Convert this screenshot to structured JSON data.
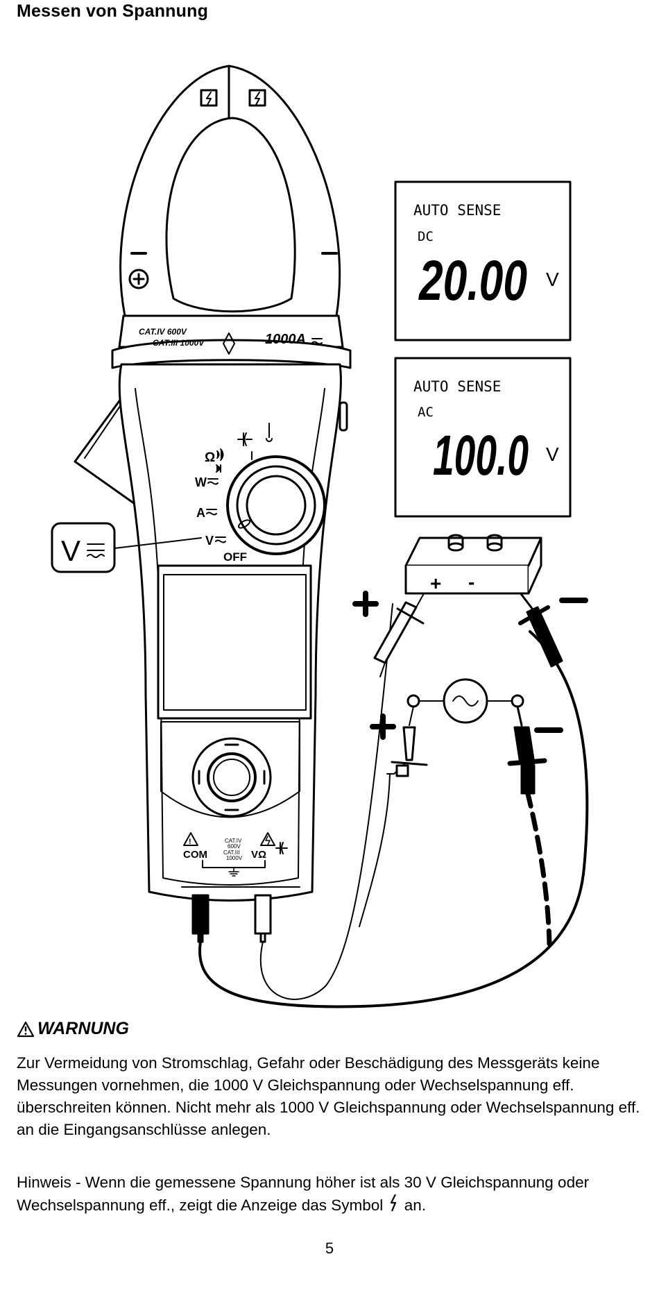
{
  "title": "Messen von Spannung",
  "figure": {
    "clamp": {
      "cat_rating_1": "CAT.IV 600V",
      "cat_rating_2": "CAT.III 1000V",
      "current_rating": "1000A"
    },
    "dial_labels": {
      "resistance": "Ω",
      "watt": "W",
      "ampere": "A",
      "volt": "V",
      "off": "OFF"
    },
    "callout_label": "V",
    "terminals": {
      "com": "COM",
      "cat_center_1": "CAT.IV",
      "cat_center_2": "600V",
      "cat_center_3": "CAT.III",
      "cat_center_4": "1000V",
      "input": "VΩ"
    },
    "display_dc": {
      "mode": "AUTO SENSE",
      "type": "DC",
      "reading": "20.00",
      "unit": "V"
    },
    "display_ac": {
      "mode": "AUTO SENSE",
      "type": "AC",
      "reading": "100.0",
      "unit": "V"
    },
    "battery_plus": "+",
    "battery_minus": "-",
    "lead_plus": "+",
    "lead_minus": "−"
  },
  "warning": {
    "heading": "WARNUNG",
    "text": "Zur Vermeidung von Stromschlag, Gefahr oder Beschädigung des Messgeräts keine Messungen vornehmen, die 1000 V Gleichspannung oder Wechselspannung eff. überschreiten können. Nicht mehr als 1000 V Gleichspannung oder Wechselspannung eff. an die Eingangsanschlüsse anlegen."
  },
  "note": {
    "before": "Hinweis - Wenn die gemessene Spannung höher ist als 30 V Gleichspannung oder Wechselspannung eff., zeigt die Anzeige das Symbol",
    "after": "an."
  },
  "page_number": "5"
}
